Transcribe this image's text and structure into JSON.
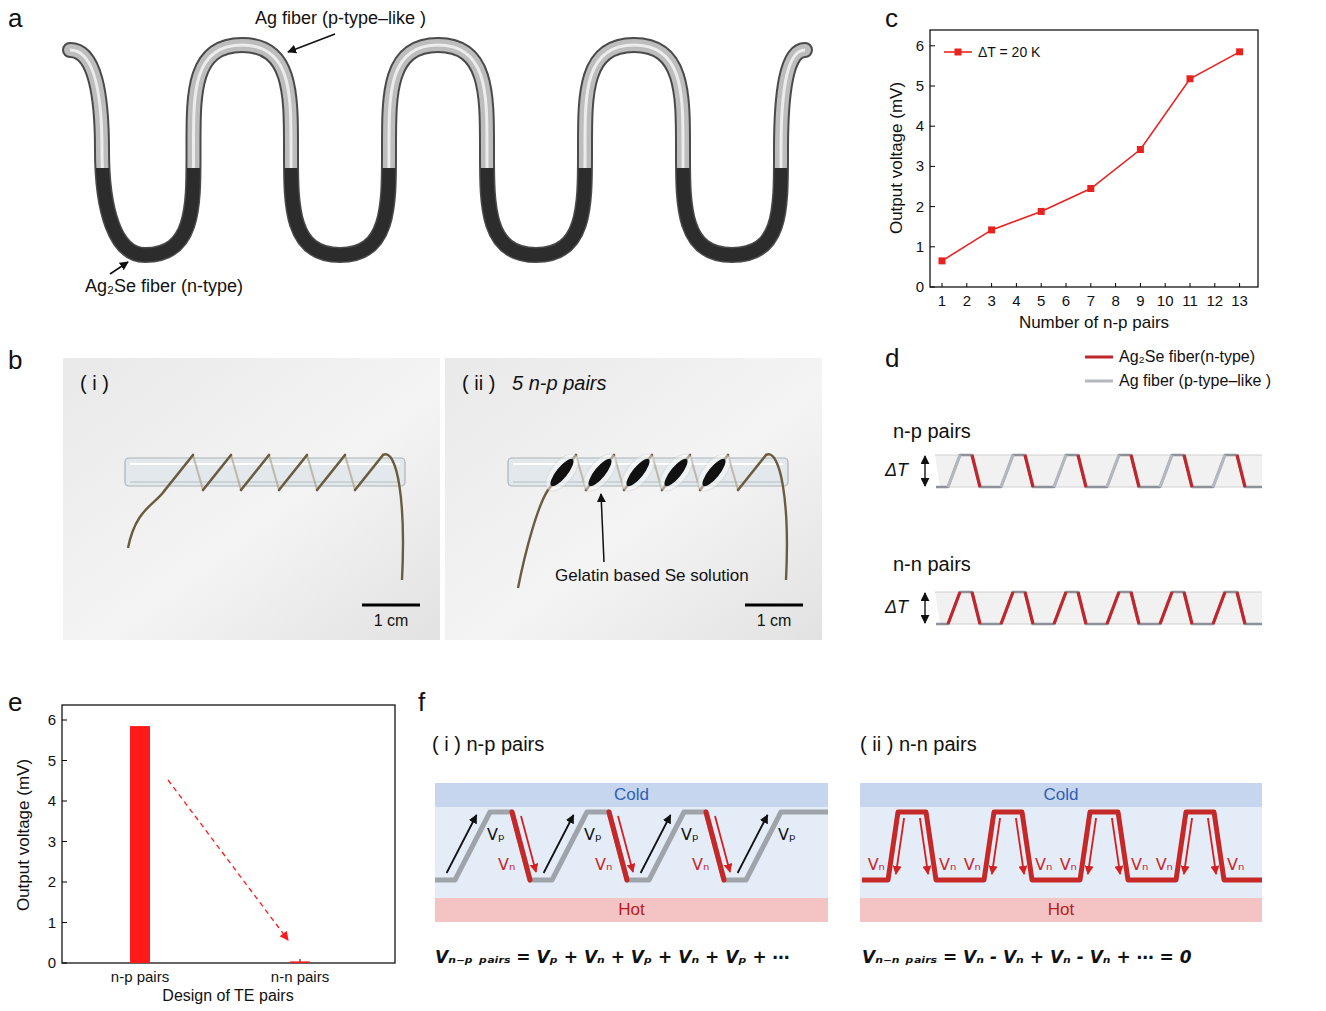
{
  "diagram": {
    "nodes": [
      {
        "text": [
          "Cold"
        ]
      },
      {
        "text": [
          "Hot"
        ]
      },
      {
        "text": [
          "Cold"
        ]
      },
      {
        "text": [
          "Hot"
        ]
      }
    ],
    "labels": [
      "a",
      "Ag fiber (p-type–like )",
      "Ag₂Se fiber (n-type)",
      "b",
      "( i )",
      "( ii )",
      "5 n-p pairs",
      "Gelatin based Se solution",
      "1 cm",
      "1 cm",
      "c",
      "0",
      "1",
      "2",
      "3",
      "4",
      "5",
      "6",
      "1",
      "2",
      "3",
      "4",
      "5",
      "6",
      "7",
      "8",
      "9",
      "10",
      "11",
      "12",
      "13",
      "Output voltage (mV)",
      "Number of n-p pairs",
      "d",
      "n-p pairs",
      "ΔT",
      "n-n pairs",
      "ΔT",
      "e",
      "0",
      "1",
      "2",
      "3",
      "4",
      "5",
      "6",
      "n-p pairs",
      "n-n pairs",
      "Output voltage (mV)",
      "Design of TE pairs",
      "f",
      "( i ) n-p pairs",
      "( ii ) n-n pairs",
      "Vₚ",
      "Vₙ",
      "Vₚ",
      "Vₙ",
      "Vₚ",
      "Vₙ",
      "Vₚ",
      "Vₙ",
      "Vₙ",
      "Vₙ",
      "Vₙ",
      "Vₙ",
      "Vₙ",
      "Vₙ",
      "Vₙ",
      "Vₙ₋ₚ ₚₐᵢᵣₛ = Vₚ + Vₙ + Vₚ + Vₙ + Vₚ + ⋯",
      "Vₙ₋ₙ ₚₐᵢᵣₛ = Vₙ - Vₙ + Vₙ - Vₙ + ⋯ = 0"
    ],
    "legend": [
      {
        "text": "ΔT = 20 K"
      },
      {
        "text": "Ag₂Se fiber(n-type)"
      },
      {
        "text": "Ag fiber (p-type–like )"
      }
    ]
  }
}
